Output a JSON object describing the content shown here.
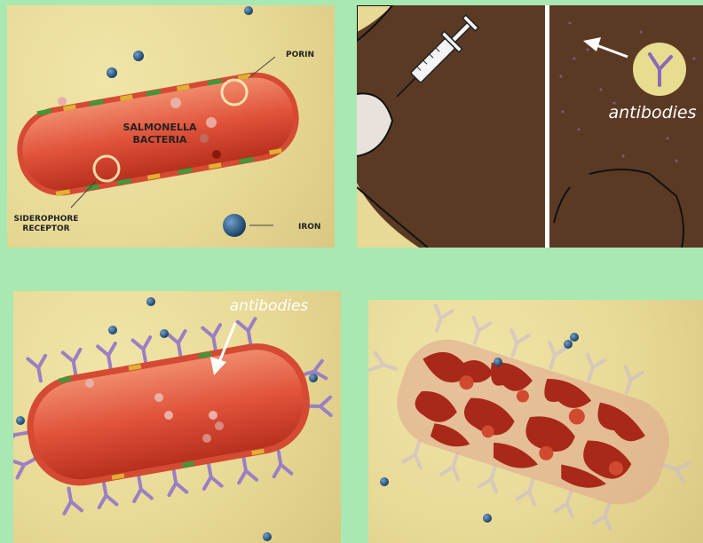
{
  "panel1": {
    "bacteria_label_line1": "SALMONELLA",
    "bacteria_label_line2": "BACTERIA",
    "porin_label": "PORIN",
    "siderophore_label_line1": "SIDEROPHORE",
    "siderophore_label_line2": "RECEPTOR",
    "iron_label": "IRON"
  },
  "panel2": {
    "antibodies_label": "antibodies"
  },
  "panel3": {
    "antibodies_label": "antibodies"
  },
  "colors": {
    "background": "#a9e8b0",
    "sand": "#e8d996",
    "bacteria": "#e0523a",
    "cow": "#5b3a24",
    "iron": "#1f4f7a",
    "antibody": "#9b7fc4",
    "receptor_green": "#3c9a3a",
    "receptor_yellow": "#e0b030"
  },
  "icons": [
    "syringe-icon",
    "antibody-icon",
    "iron-molecule-icon"
  ]
}
